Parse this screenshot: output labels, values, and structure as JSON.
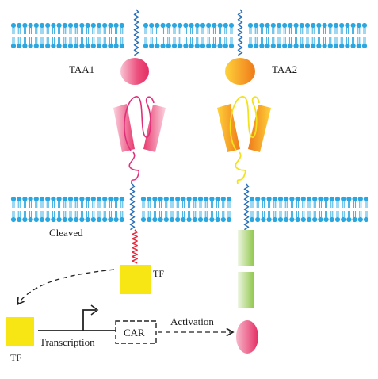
{
  "labels": {
    "taa1": "TAA1",
    "taa2": "TAA2",
    "cleaved": "Cleaved",
    "tf_attached": "TF",
    "tf_free": "TF",
    "transcription": "Transcription",
    "car": "CAR",
    "activation": "Activation"
  },
  "colors": {
    "membrane": "#2aa7e0",
    "helix": "#2a6fb8",
    "pink": "#e8396e",
    "pink_light": "#f7b8cc",
    "orange": "#f08a1c",
    "yellow": "#f7e614",
    "yellow_line": "#eee31c",
    "green": "#9ccc5a",
    "green_light": "#e6f2d4",
    "red_helix": "#e8283a",
    "line": "#222222"
  }
}
